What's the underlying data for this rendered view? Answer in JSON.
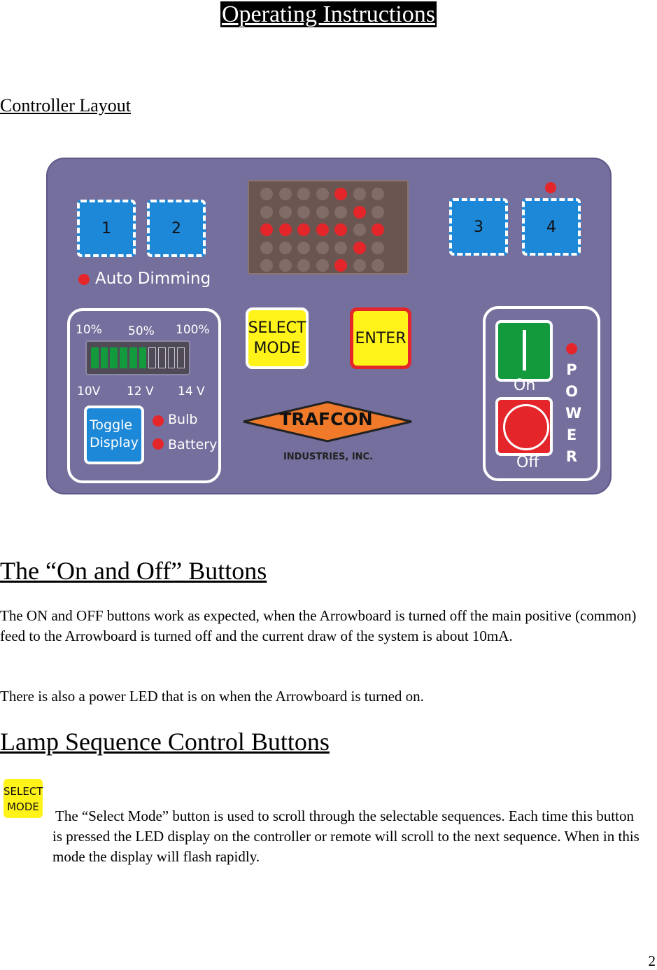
{
  "title": "Operating Instructions",
  "subtitle": "Controller Layout",
  "controller": {
    "buttons": [
      "1",
      "2",
      "3",
      "4"
    ],
    "auto_dimming": "Auto Dimming",
    "pct_labels": [
      "10%",
      "50%",
      "100%"
    ],
    "volt_labels": [
      "10V",
      "12 V",
      "14 V"
    ],
    "toggle_display": [
      "Toggle",
      "Display"
    ],
    "bulb": "Bulb",
    "battery": "Battery",
    "select_mode": [
      "SELECT",
      "MODE"
    ],
    "enter": "ENTER",
    "logo": "TRAFCON",
    "logo_sub": "INDUSTRIES, INC.",
    "on": "On",
    "off": "Off",
    "power": [
      "P",
      "O",
      "W",
      "E",
      "R"
    ],
    "battery_level": 0.6,
    "colors": {
      "panel": "#756f9d",
      "button_blue": "#1e88d8",
      "led_red": "#e4262b",
      "yellow": "#fff31a",
      "green": "#139a3c",
      "orange": "#f07a2a"
    }
  },
  "section1": {
    "heading": "The “On and Off” Buttons",
    "p1": "The ON and OFF buttons work as expected, when the Arrowboard is turned off the main positive (common) feed to the Arrowboard is turned off and the current draw of the system is about 10mA.",
    "p2": "There is also a power LED that is on when the Arrowboard is turned on."
  },
  "section2": {
    "heading": "Lamp Sequence Control Buttons",
    "icon_label": [
      "SELECT",
      "MODE"
    ],
    "p1": "The “Select Mode” button is used to scroll through the selectable sequences.  Each time this button is pressed the LED display on the controller or remote will scroll to the next sequence.  When in this mode the display will flash rapidly."
  },
  "page_number": "2"
}
